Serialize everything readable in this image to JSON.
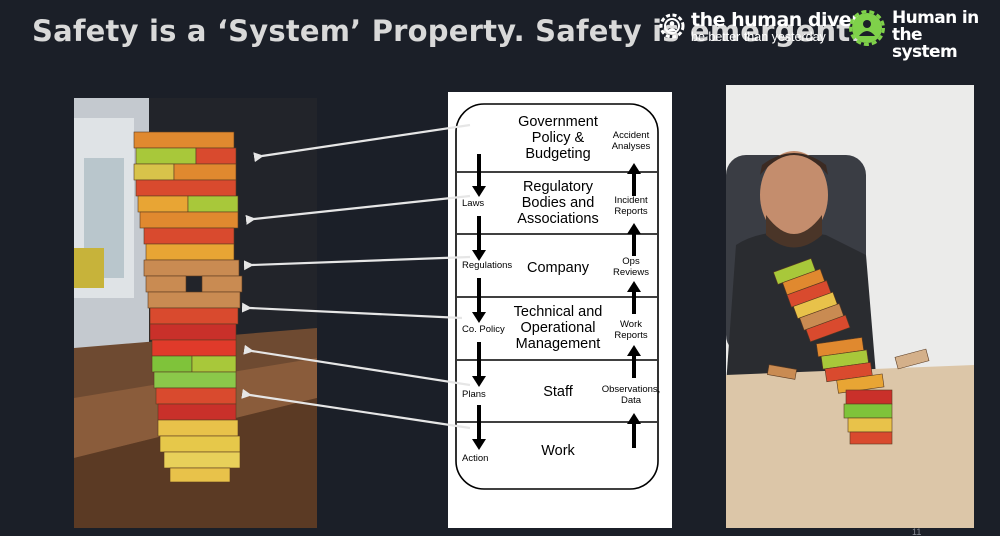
{
  "slide": {
    "title": "Safety is a ‘System’ Property. Safety is emergent.",
    "page_number": "11"
  },
  "logos": {
    "human_diver": {
      "name": "the human diver",
      "tagline": "be better than yesterday"
    },
    "human_in_system": {
      "line1": "Human in",
      "line2": "the system"
    }
  },
  "diagram": {
    "levels": [
      {
        "lines": [
          "Government",
          "Policy &",
          "Budgeting"
        ],
        "left_label": "",
        "right_label": [
          "Accident",
          "Analyses"
        ]
      },
      {
        "lines": [
          "Regulatory",
          "Bodies and",
          "Associations"
        ],
        "left_label": "Laws",
        "right_label": [
          "Incident",
          "Reports"
        ]
      },
      {
        "lines": [
          "Company"
        ],
        "left_label": "Regulations",
        "right_label": [
          "Ops",
          "Reviews"
        ]
      },
      {
        "lines": [
          "Technical and",
          "Operational",
          "Management"
        ],
        "left_label": "Co. Policy",
        "right_label": [
          "Work",
          "Reports"
        ]
      },
      {
        "lines": [
          "Staff"
        ],
        "left_label": "Plans",
        "right_label": [
          "Observations,",
          "Data"
        ]
      },
      {
        "lines": [
          "Work"
        ],
        "left_label": "Action",
        "right_label": []
      }
    ]
  },
  "colors": {
    "background": "#1b1f28",
    "title": "#d9d9d9",
    "arrow": "#e6e6e6",
    "logo_accent": "#7fd14a"
  }
}
